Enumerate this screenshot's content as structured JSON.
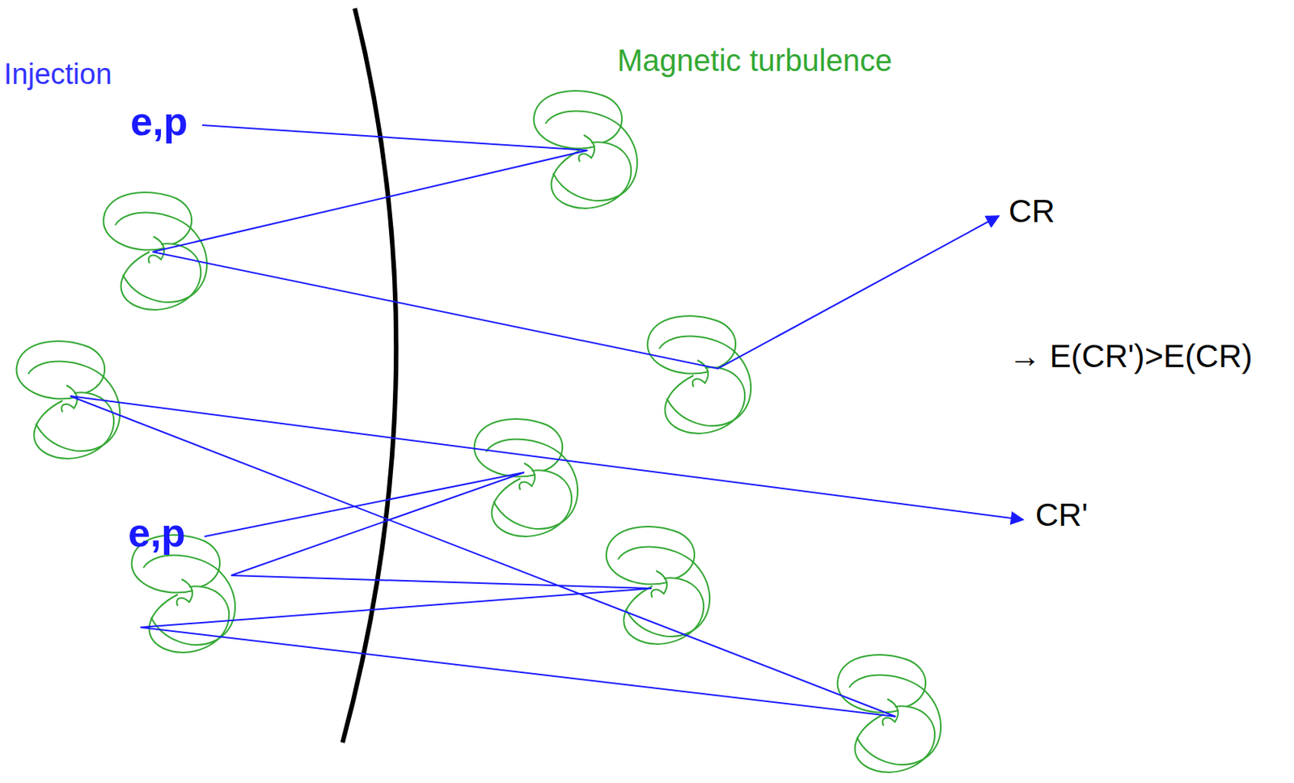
{
  "diagram": {
    "labels": [
      "Injection",
      "Magnetic turbulence",
      "e,p",
      "CR",
      "→ E(CR')>E(CR)",
      "CR'",
      "e,p"
    ]
  }
}
